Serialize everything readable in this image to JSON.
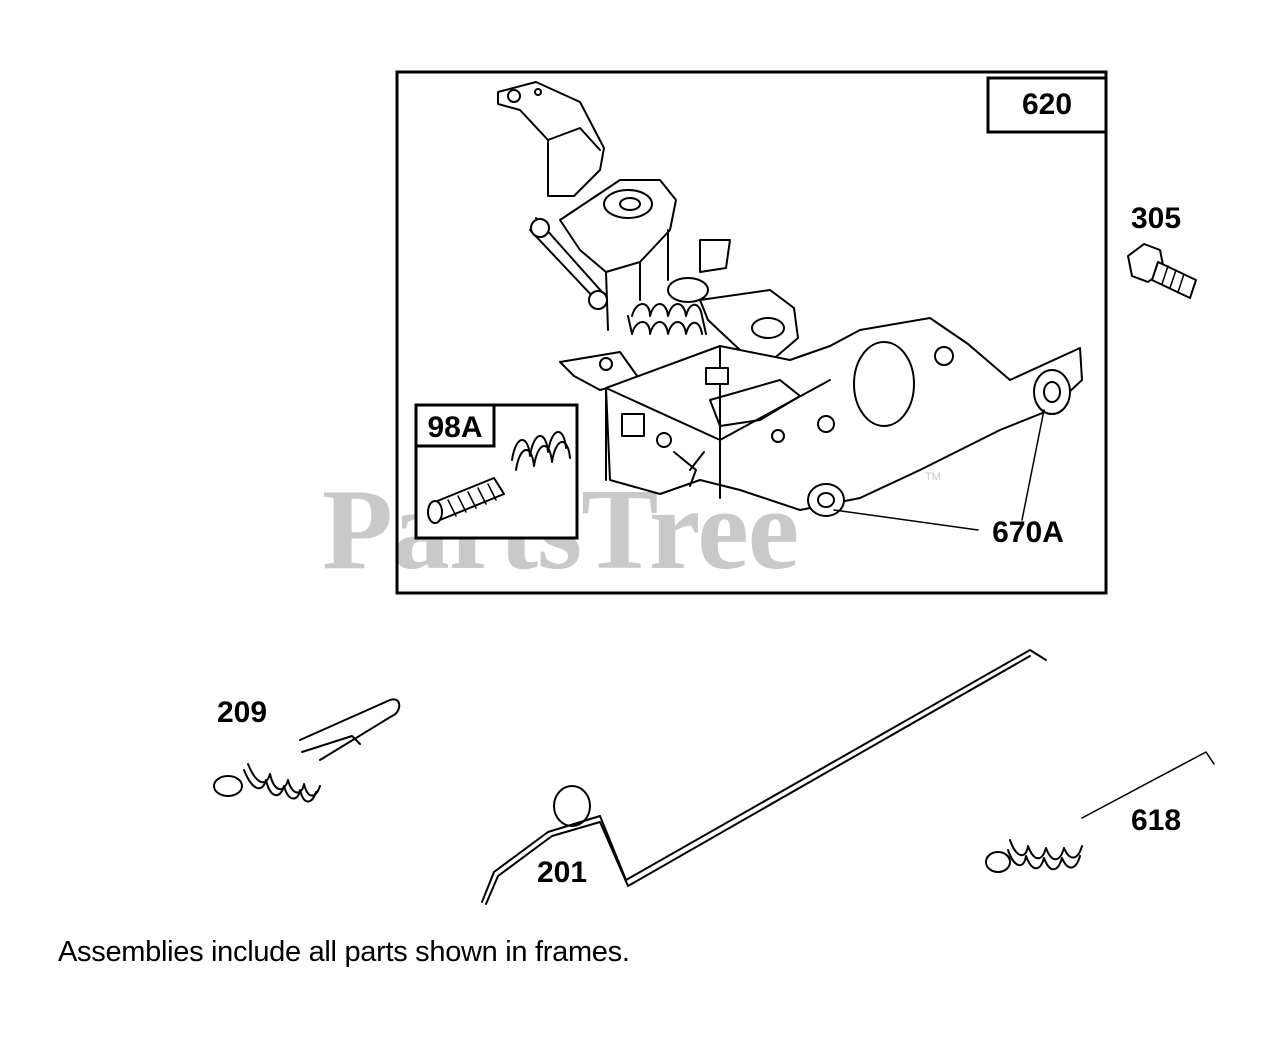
{
  "watermark": {
    "text": "PartsTree",
    "tm": "TM"
  },
  "frames": [
    {
      "id": "frame-620",
      "label": "620"
    },
    {
      "id": "frame-98a",
      "label": "98A"
    }
  ],
  "parts": [
    {
      "id": "part-305",
      "label": "305"
    },
    {
      "id": "part-670a",
      "label": "670A"
    },
    {
      "id": "part-209",
      "label": "209"
    },
    {
      "id": "part-201",
      "label": "201"
    },
    {
      "id": "part-618",
      "label": "618"
    }
  ],
  "footnote": "Assemblies include all parts shown in frames."
}
